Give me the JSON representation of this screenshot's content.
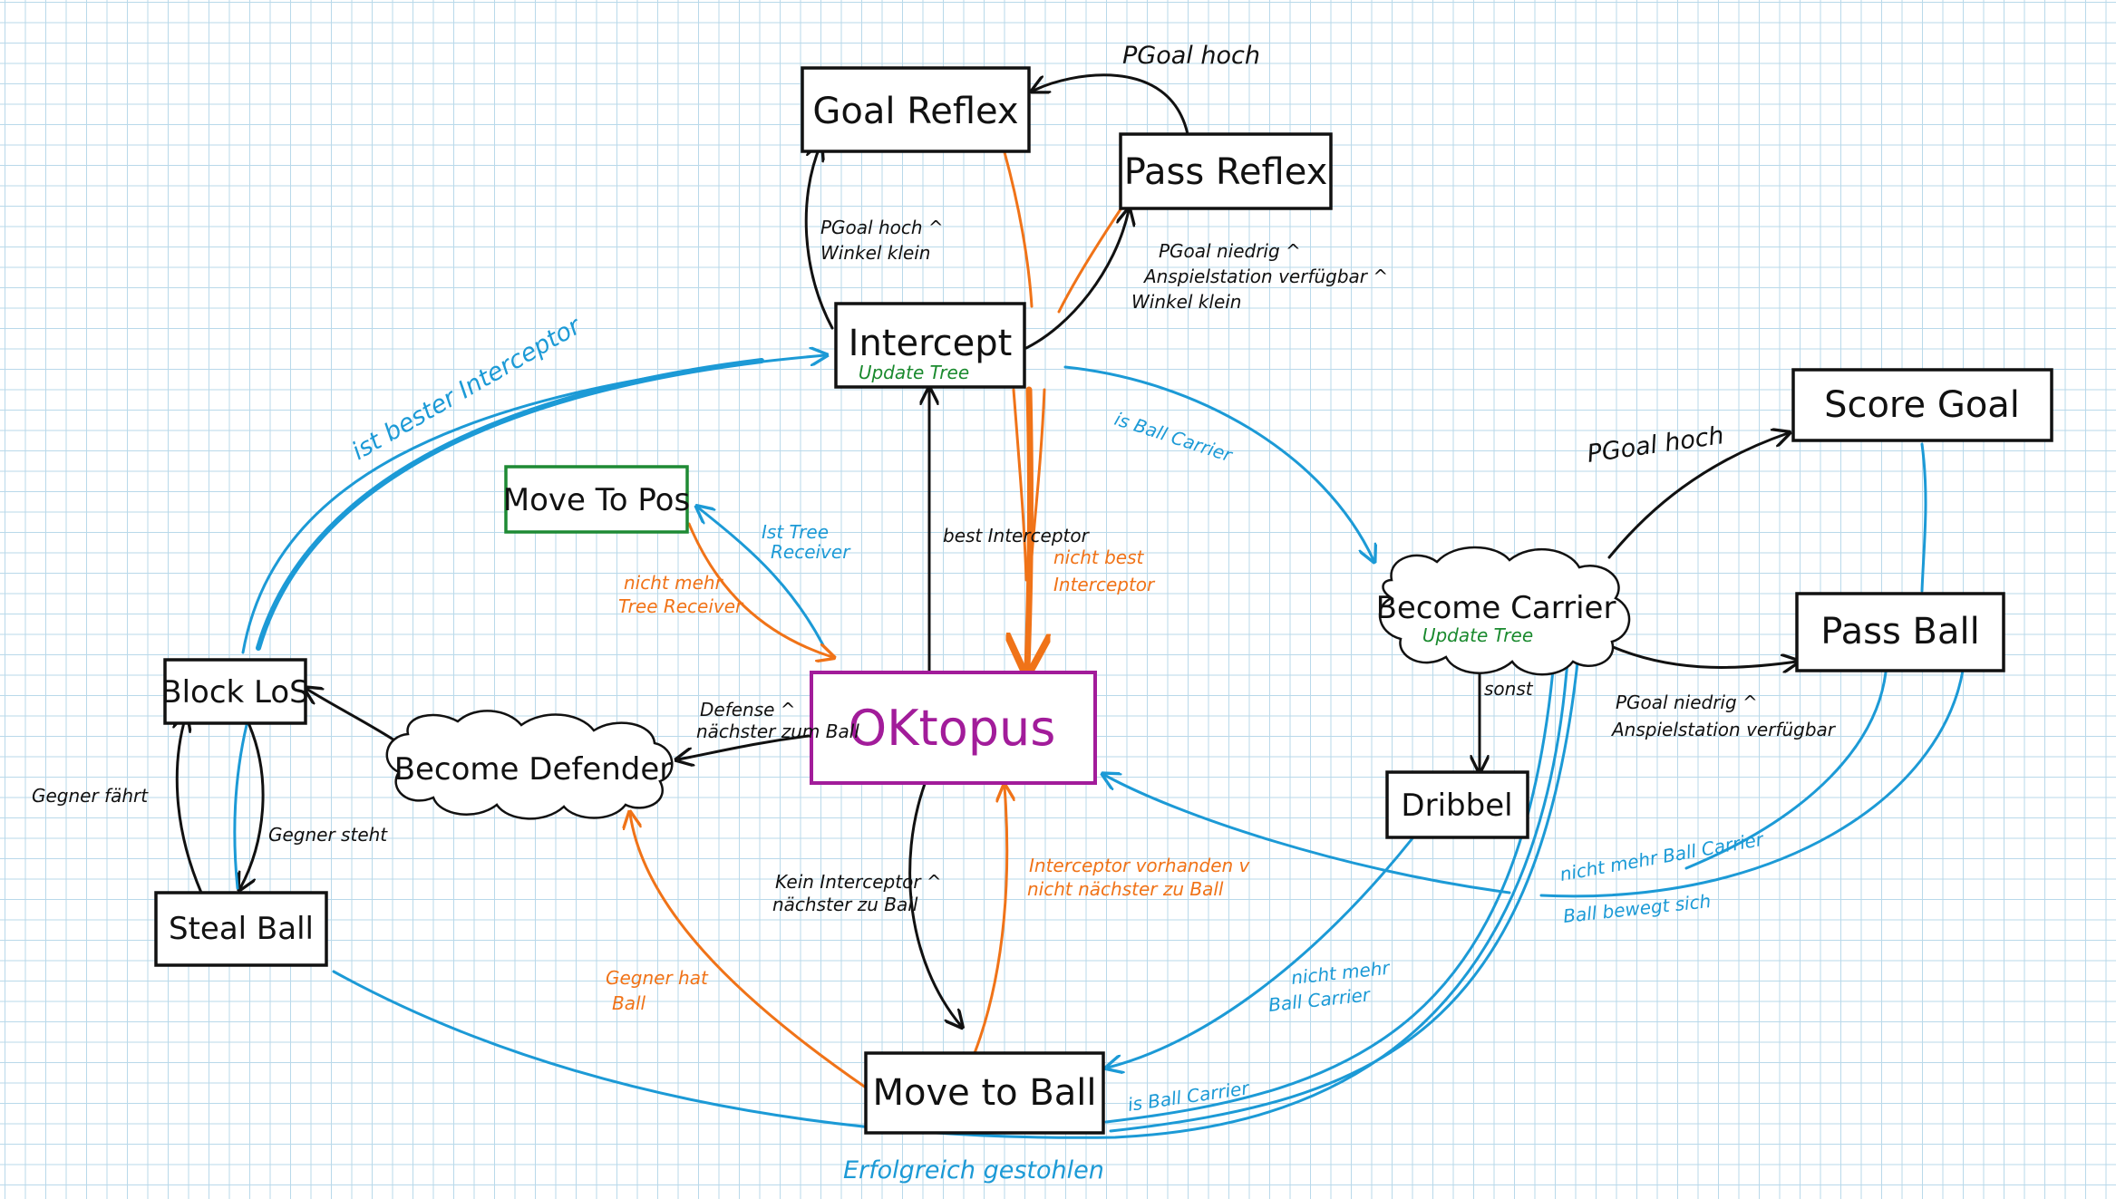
{
  "nodes": {
    "goal_reflex": "Goal Reflex",
    "pass_reflex": "Pass Reflex",
    "intercept": "Intercept",
    "intercept_sub": "Update Tree",
    "move_to_pos": "Move To Pos",
    "block_los": "Block LoS",
    "become_defender": "Become Defender",
    "oktopus": "OKtopus",
    "steal_ball": "Steal Ball",
    "move_to_ball": "Move to Ball",
    "become_carrier": "Become Carrier",
    "become_carrier_sub": "Update Tree",
    "score_goal": "Score Goal",
    "pass_ball": "Pass Ball",
    "dribbel": "Dribbel"
  },
  "labels": {
    "p_goal_hoch_top": "PGoal hoch",
    "p_goal_hoch_winkel_1": "PGoal hoch ^",
    "p_goal_hoch_winkel_2": "Winkel klein",
    "p_goal_niedrig_1": "PGoal niedrig ^",
    "p_goal_niedrig_2": "Anspielstation verfügbar ^",
    "p_goal_niedrig_3": "Winkel klein",
    "ist_bester_interceptor": "ist bester Interceptor",
    "is_ball_carrier_top": "is Ball Carrier",
    "ist_tree_receiver_1": "Ist Tree",
    "ist_tree_receiver_2": "Receiver",
    "nicht_mehr_tree_1": "nicht mehr",
    "nicht_mehr_tree_2": "Tree Receiver",
    "best_interceptor": "best Interceptor",
    "nicht_best_1": "nicht best",
    "nicht_best_2": "Interceptor",
    "defense_1": "Defense ^",
    "defense_2": "nächster zum Ball",
    "gegner_faehrt": "Gegner fährt",
    "gegner_steht": "Gegner steht",
    "kein_interceptor_1": "Kein Interceptor ^",
    "kein_interceptor_2": "nächster zu Ball",
    "interceptor_vorhanden_1": "Interceptor vorhanden v",
    "interceptor_vorhanden_2": "nicht nächster zu Ball",
    "gegner_hat_1": "Gegner hat",
    "gegner_hat_2": "Ball",
    "erfolgreich_gestohlen": "Erfolgreich gestohlen",
    "is_ball_carrier_bottom": "is Ball Carrier",
    "nicht_mehr_ball_carrier_mid_1": "nicht mehr",
    "nicht_mehr_ball_carrier_mid_2": "Ball Carrier",
    "nicht_mehr_ball_carrier_right": "nicht mehr Ball Carrier",
    "ball_bewegt_sich": "Ball bewegt sich",
    "p_goal_hoch_right": "PGoal hoch",
    "p_goal_niedrig_right_1": "PGoal niedrig ^",
    "p_goal_niedrig_right_2": "Anspielstation verfügbar",
    "sonst": "sonst"
  },
  "colors": {
    "black": "#111111",
    "blue": "#1c9ad6",
    "orange": "#f07318",
    "green": "#1e8a34",
    "purple": "#a21c9a",
    "grid": "#b9d9ea"
  }
}
